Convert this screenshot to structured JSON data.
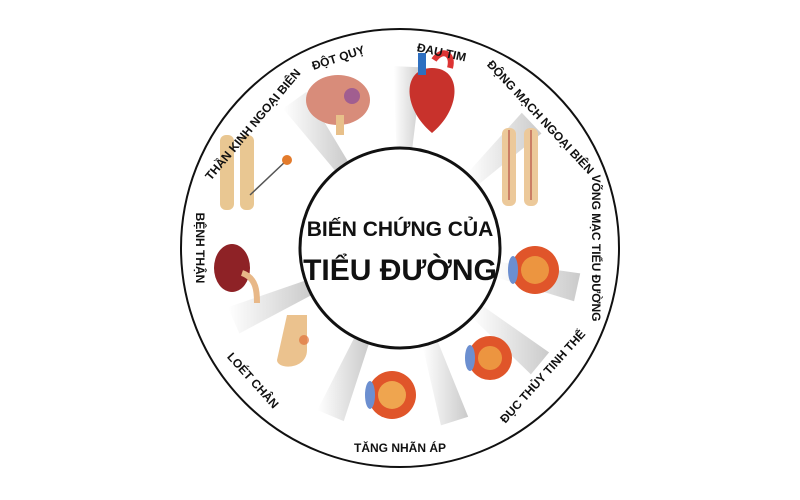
{
  "title": {
    "line1": "BIẾN CHỨNG CỦA",
    "line2": "TIỂU ĐƯỜNG"
  },
  "complications": [
    {
      "label": "THẦN KINH NGOẠI BIÊN",
      "icon": "legs-nerve-icon"
    },
    {
      "label": "ĐỘT QUỴ",
      "icon": "brain-icon"
    },
    {
      "label": "ĐAU TIM",
      "icon": "heart-icon"
    },
    {
      "label": "ĐỘNG MẠCH NGOẠI BIÊN",
      "icon": "legs-arteries-icon"
    },
    {
      "label": "VÕNG MẠC TIỂU ĐƯỜNG",
      "icon": "eye-retina-icon"
    },
    {
      "label": "ĐỤC THỦY TINH THỂ",
      "icon": "eye-cataract-icon"
    },
    {
      "label": "TĂNG NHÃN ÁP",
      "icon": "eye-glaucoma-icon"
    },
    {
      "label": "LOÉT CHÂN",
      "icon": "foot-ulcer-icon"
    },
    {
      "label": "BỆNH THẬN",
      "icon": "kidney-icon"
    }
  ],
  "colors": {
    "ring": "#111111",
    "wedge": "#c8c8c8",
    "background": "#ffffff"
  }
}
